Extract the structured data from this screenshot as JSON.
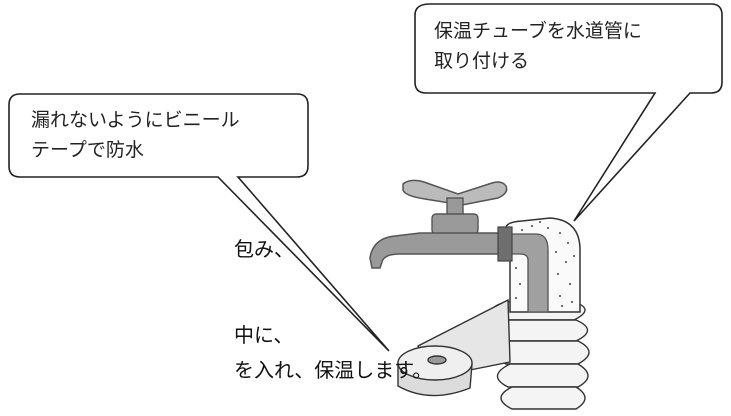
{
  "callouts": {
    "right": {
      "line1": "保温チューブを水道管に",
      "line2": "取り付ける"
    },
    "left": {
      "line1": "漏れないようにビニール",
      "line2": "テープで防水"
    }
  },
  "body_text": {
    "line1": "包み、",
    "line2": "中に、",
    "line3": "を入れ、保温します。"
  }
}
